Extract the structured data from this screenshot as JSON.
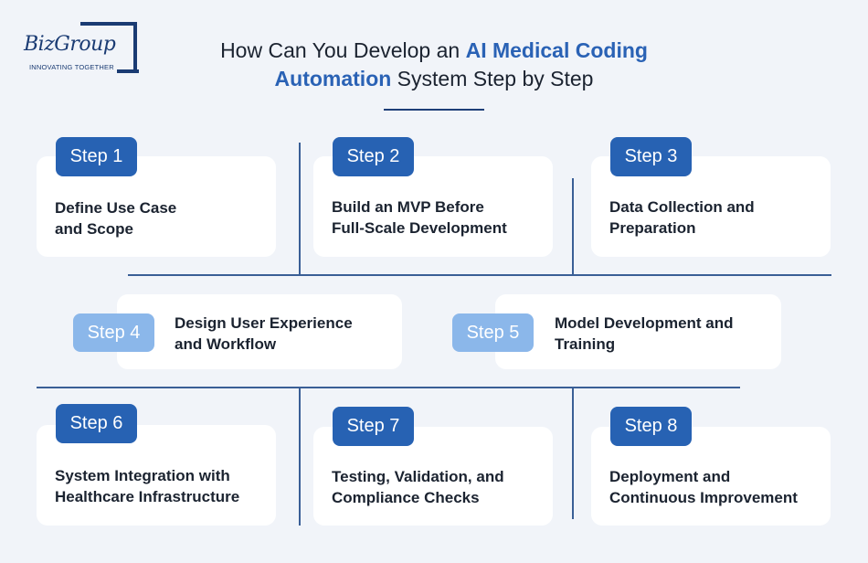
{
  "brand": {
    "name": "BizGroup",
    "tagline": "INNOVATING TOGETHER"
  },
  "title": {
    "part1": "How Can You Develop an ",
    "highlight1": "AI Medical Coding",
    "highlight2": "Automation",
    "part2": " System Step by Step"
  },
  "colors": {
    "accent": "#2762b3",
    "accent_light": "#8bb7ea",
    "text": "#1b2330",
    "line": "#3a5f96",
    "background": "#f1f4f9"
  },
  "steps": [
    {
      "badge": "Step 1",
      "line1": "Define Use Case",
      "line2": "and Scope"
    },
    {
      "badge": "Step 2",
      "line1": "Build an MVP Before",
      "line2": "Full-Scale Development"
    },
    {
      "badge": "Step 3",
      "line1": "Data Collection and",
      "line2": "Preparation"
    },
    {
      "badge": "Step 4",
      "line1": "Design User Experience",
      "line2": "and Workflow"
    },
    {
      "badge": "Step 5",
      "line1": "Model Development and",
      "line2": "Training"
    },
    {
      "badge": "Step 6",
      "line1": "System Integration with",
      "line2": "Healthcare Infrastructure"
    },
    {
      "badge": "Step 7",
      "line1": "Testing, Validation, and",
      "line2": "Compliance Checks"
    },
    {
      "badge": "Step 8",
      "line1": "Deployment and",
      "line2": "Continuous Improvement"
    }
  ]
}
